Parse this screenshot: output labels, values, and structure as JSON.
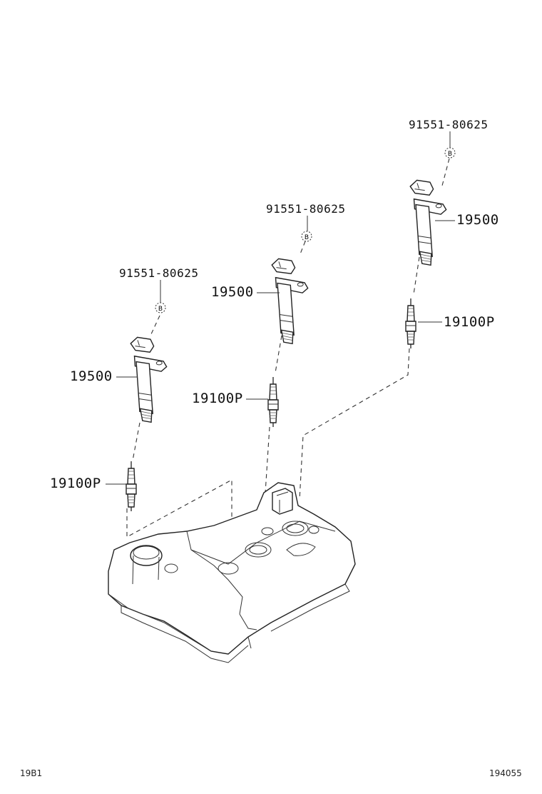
{
  "labels": {
    "bolt_1": "91551-80625",
    "bolt_2": "91551-80625",
    "bolt_3": "91551-80625",
    "coil_1": "19500",
    "coil_2": "19500",
    "coil_3": "19500",
    "plug_1": "19100P",
    "plug_2": "19100P",
    "plug_3": "19100P",
    "bolt_marker": "B"
  },
  "footer": {
    "left_code": "19B1",
    "right_code": "194055"
  }
}
